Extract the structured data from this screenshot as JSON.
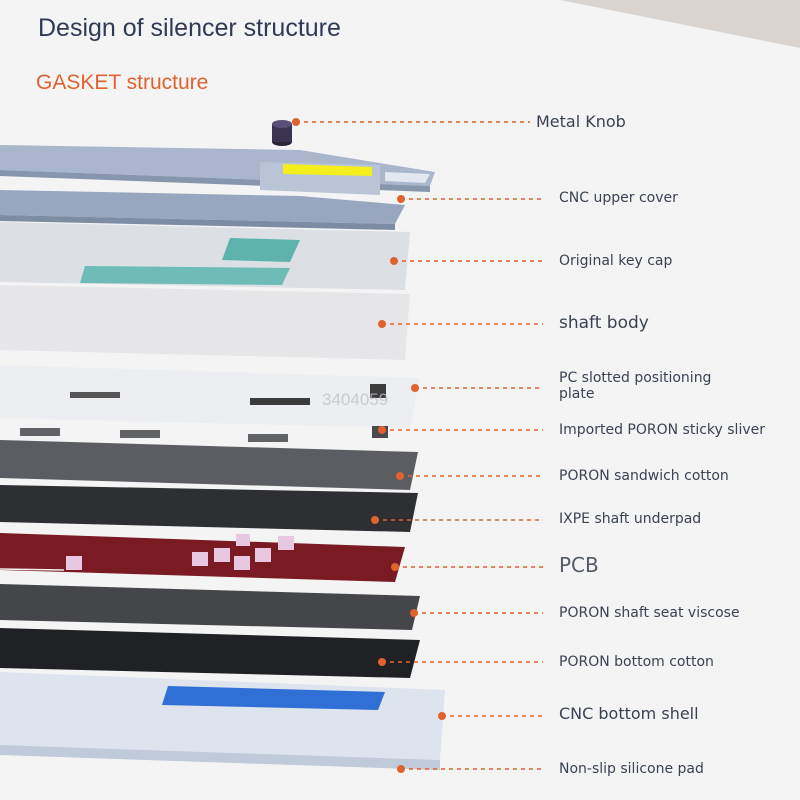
{
  "header": {
    "title": "Design of silencer structure",
    "subtitle": "GASKET structure"
  },
  "watermark": "3404059",
  "colors": {
    "accent": "#e0622e",
    "title": "#2f3b55",
    "keycap_teal": "#5fb3ad",
    "switch_stem": "#c2672a",
    "pcb_red": "#7a1a22",
    "battery_blue": "#2f6fd6",
    "knob_purple": "#3a3250",
    "yellow_strip": "#f3ee1c"
  },
  "layers": [
    {
      "id": "metal-knob",
      "label": "Metal Knob"
    },
    {
      "id": "cnc-upper-cover",
      "label": "CNC upper cover"
    },
    {
      "id": "original-key-cap",
      "label": "Original key cap"
    },
    {
      "id": "shaft-body",
      "label": "shaft body"
    },
    {
      "id": "pc-plate",
      "label": "PC slotted positioning plate"
    },
    {
      "id": "poron-sliver",
      "label": "Imported PORON sticky sliver"
    },
    {
      "id": "poron-sandwich",
      "label": "PORON sandwich cotton"
    },
    {
      "id": "ixpe-underpad",
      "label": "IXPE shaft underpad"
    },
    {
      "id": "pcb",
      "label": "PCB"
    },
    {
      "id": "poron-seat",
      "label": "PORON shaft seat viscose"
    },
    {
      "id": "poron-bottom",
      "label": "PORON bottom cotton"
    },
    {
      "id": "cnc-bottom-shell",
      "label": "CNC bottom shell"
    },
    {
      "id": "silicone-pad",
      "label": "Non-slip silicone pad"
    }
  ]
}
